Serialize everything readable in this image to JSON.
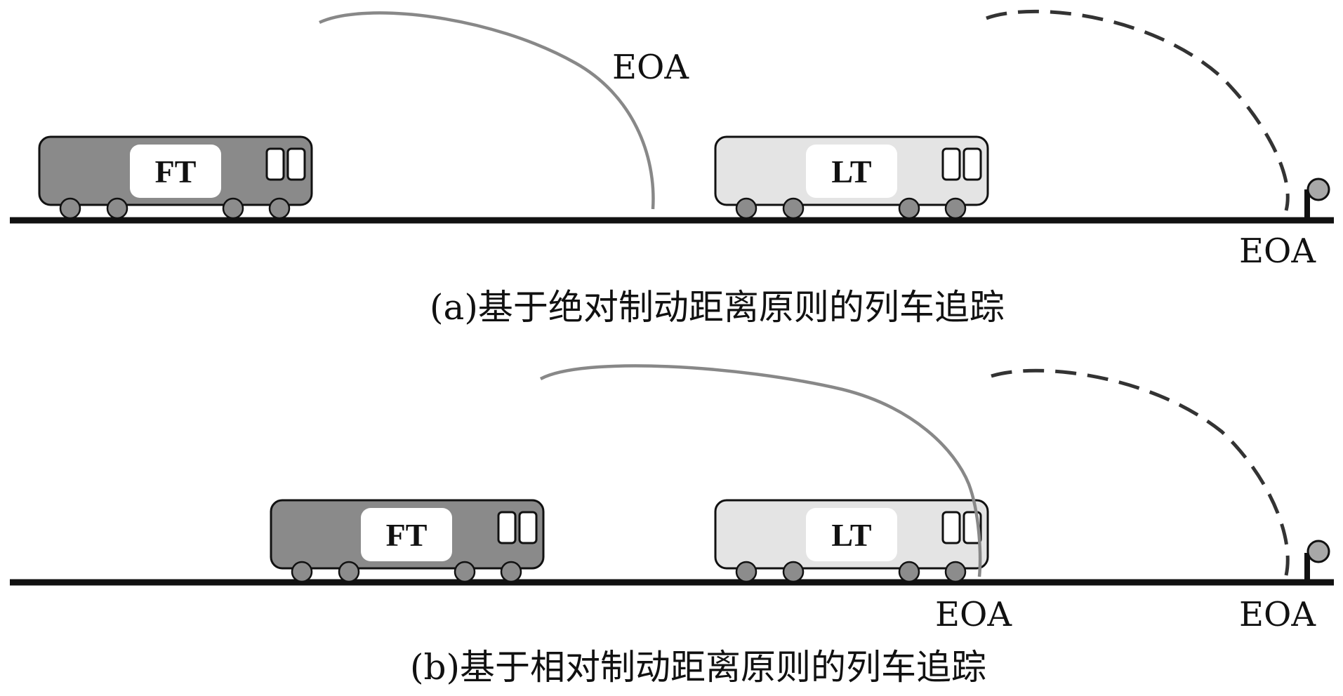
{
  "panels": [
    {
      "id": "a",
      "caption": "(a)基于绝对制动距离原则的列车追踪",
      "following_train_label": "FT",
      "leading_train_label": "LT",
      "ft_eoa_label": "EOA",
      "lt_eoa_label": "EOA"
    },
    {
      "id": "b",
      "caption": "(b)基于相对制动距离原则的列车追踪",
      "following_train_label": "FT",
      "leading_train_label": "LT",
      "ft_eoa_label": "EOA",
      "lt_eoa_label": "EOA"
    }
  ],
  "colors": {
    "track": "#111111",
    "ft_body": "#8a8a8a",
    "lt_body": "#e4e4e4",
    "train_outline": "#111111",
    "wheel": "#8c8c8c",
    "ft_curve": "#888888",
    "lt_curve": "#333333",
    "signal_lamp": "#a8a8a8"
  }
}
